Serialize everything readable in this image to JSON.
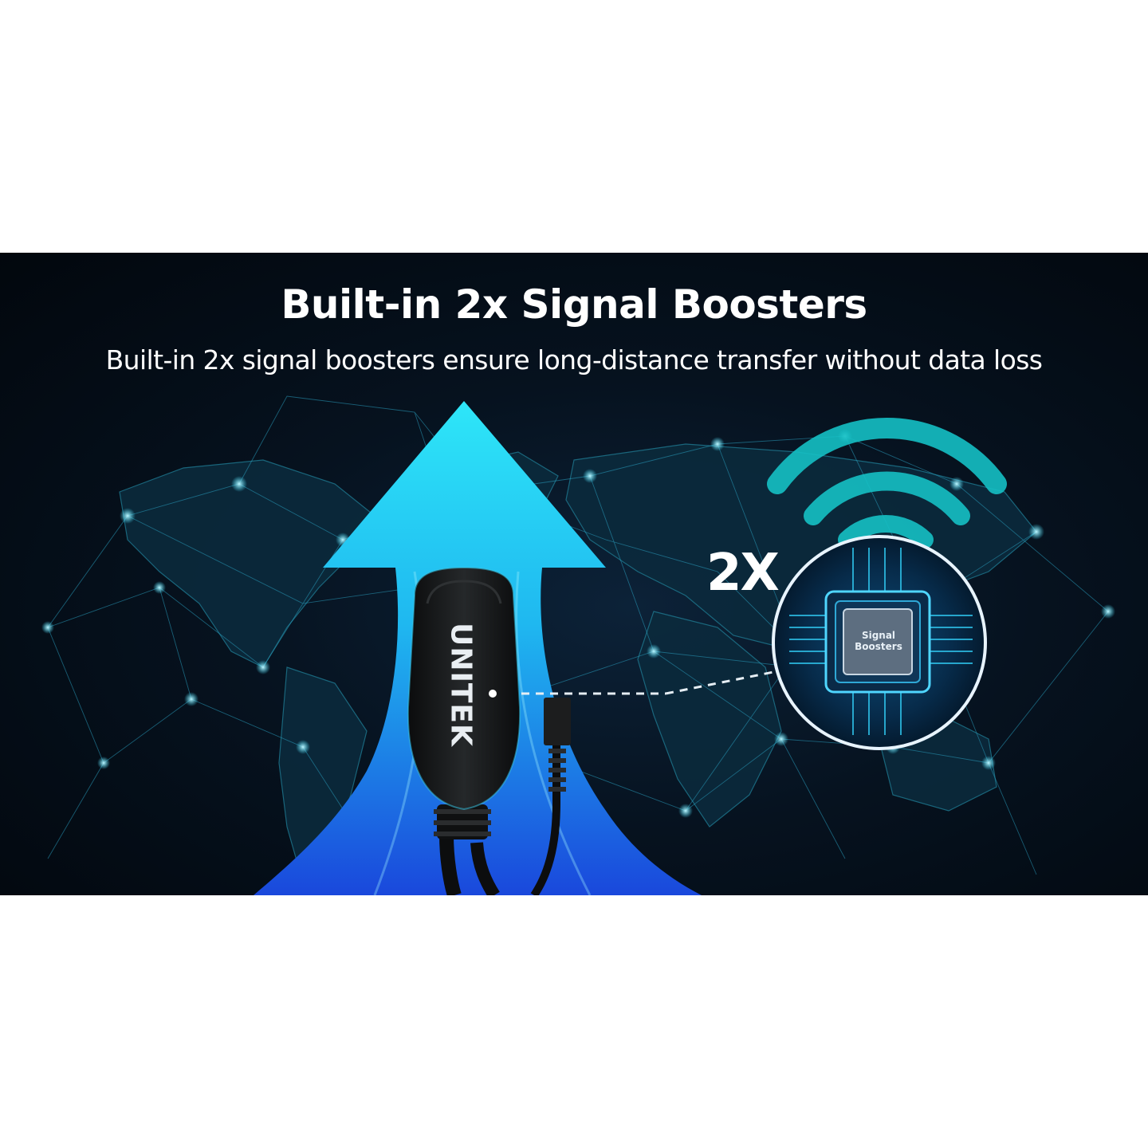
{
  "banner": {
    "headline": "Built-in 2x Signal Boosters",
    "subline": "Built-in 2x signal boosters ensure long-distance transfer without data loss",
    "multiplier": "2X",
    "chip_label_line1": "Signal",
    "chip_label_line2": "Boosters",
    "brand": "UNITEK"
  },
  "colors": {
    "background": "#02070d",
    "arrow_top": "#22d8f0",
    "arrow_bottom": "#1a4fe0",
    "network_glow": "#38e0ff",
    "device": "#141516",
    "text": "#ffffff"
  },
  "icons": [
    "world-map-network",
    "up-arrow",
    "wifi-signal-icon",
    "chip-icon",
    "usb-extender-device"
  ]
}
